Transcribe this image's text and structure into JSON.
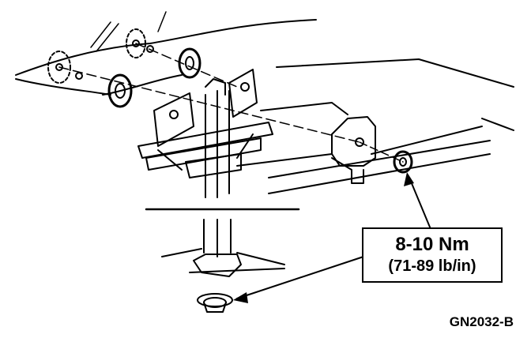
{
  "callout": {
    "torque_nm": "8-10 Nm",
    "torque_lbin": "(71-89 lb/in)"
  },
  "figure_id": "GN2032-B",
  "colors": {
    "line": "#000000",
    "background": "#ffffff"
  },
  "icons": {
    "primary_part": "mounting-bracket-assembly",
    "fastener": "nut-icon",
    "washer": "washer-icon"
  }
}
